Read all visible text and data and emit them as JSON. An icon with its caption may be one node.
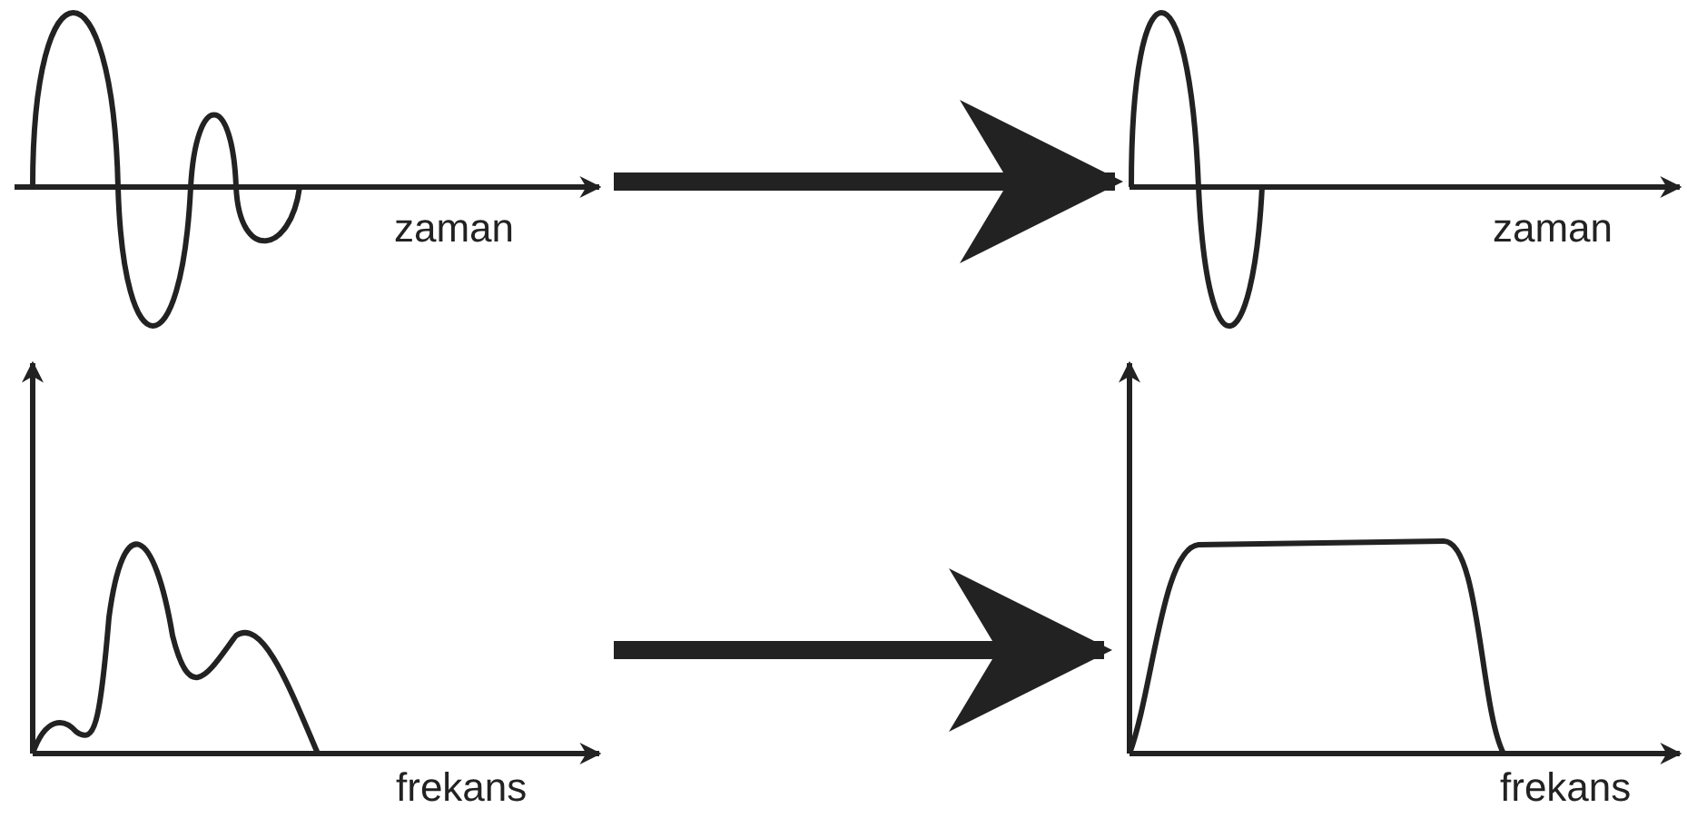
{
  "diagram": {
    "nodes": [
      {
        "text": [
          "zaman"
        ]
      },
      {
        "text": [
          "zaman"
        ]
      },
      {
        "text": [
          "frekans"
        ]
      },
      {
        "text": [
          "frekans"
        ]
      }
    ],
    "edges": [
      {
        "from": 0,
        "to": 1,
        "arrow": "to"
      },
      {
        "from": 2,
        "to": 3,
        "arrow": "to"
      }
    ]
  }
}
